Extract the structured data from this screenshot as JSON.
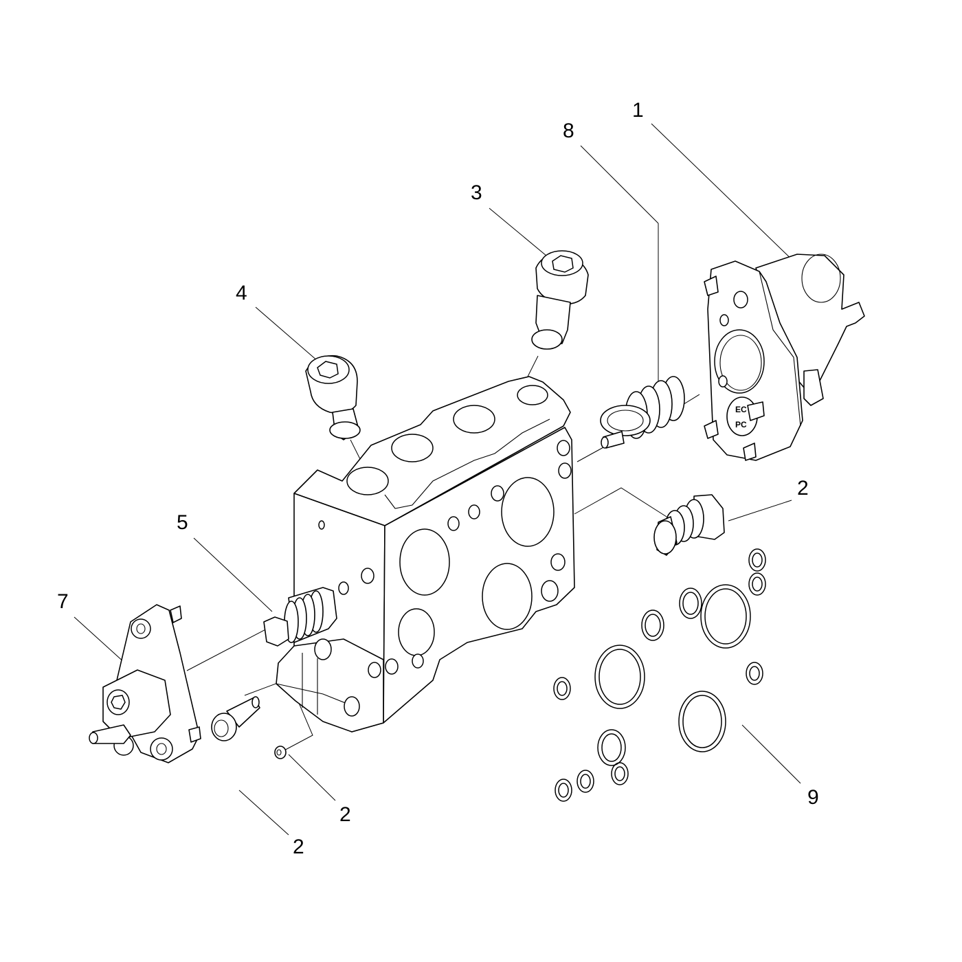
{
  "callouts": [
    {
      "id": "1",
      "label": "1"
    },
    {
      "id": "2a",
      "label": "2"
    },
    {
      "id": "2b",
      "label": "2"
    },
    {
      "id": "2c",
      "label": "2"
    },
    {
      "id": "3",
      "label": "3"
    },
    {
      "id": "4",
      "label": "4"
    },
    {
      "id": "5",
      "label": "5"
    },
    {
      "id": "7",
      "label": "7"
    },
    {
      "id": "8",
      "label": "8"
    },
    {
      "id": "9",
      "label": "9"
    }
  ],
  "part_markings": {
    "top": "EC",
    "bottom": "PC"
  },
  "colors": {
    "line": "#000000",
    "background": "#ffffff"
  }
}
